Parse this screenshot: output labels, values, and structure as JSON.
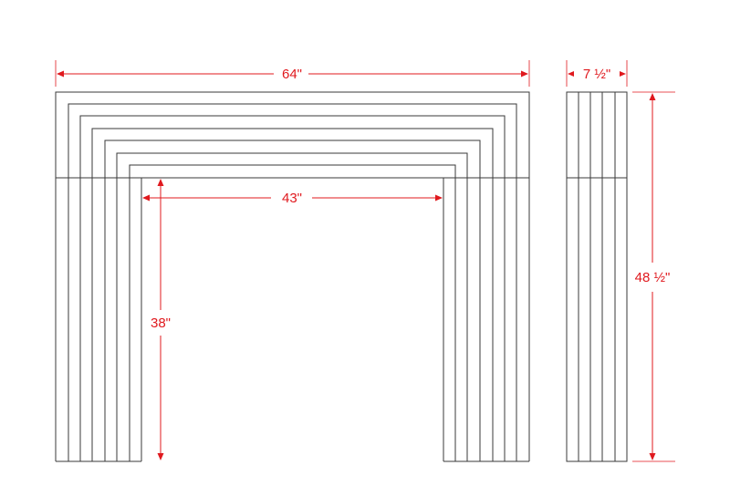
{
  "dimensions": {
    "overall_width": "64\"",
    "opening_width": "43\"",
    "opening_height": "38\"",
    "depth": "7 ½\"",
    "overall_height": "48 ½\""
  },
  "colors": {
    "dimension": "#e0191e",
    "outline": "#3a3a3a",
    "background": "#ffffff"
  }
}
